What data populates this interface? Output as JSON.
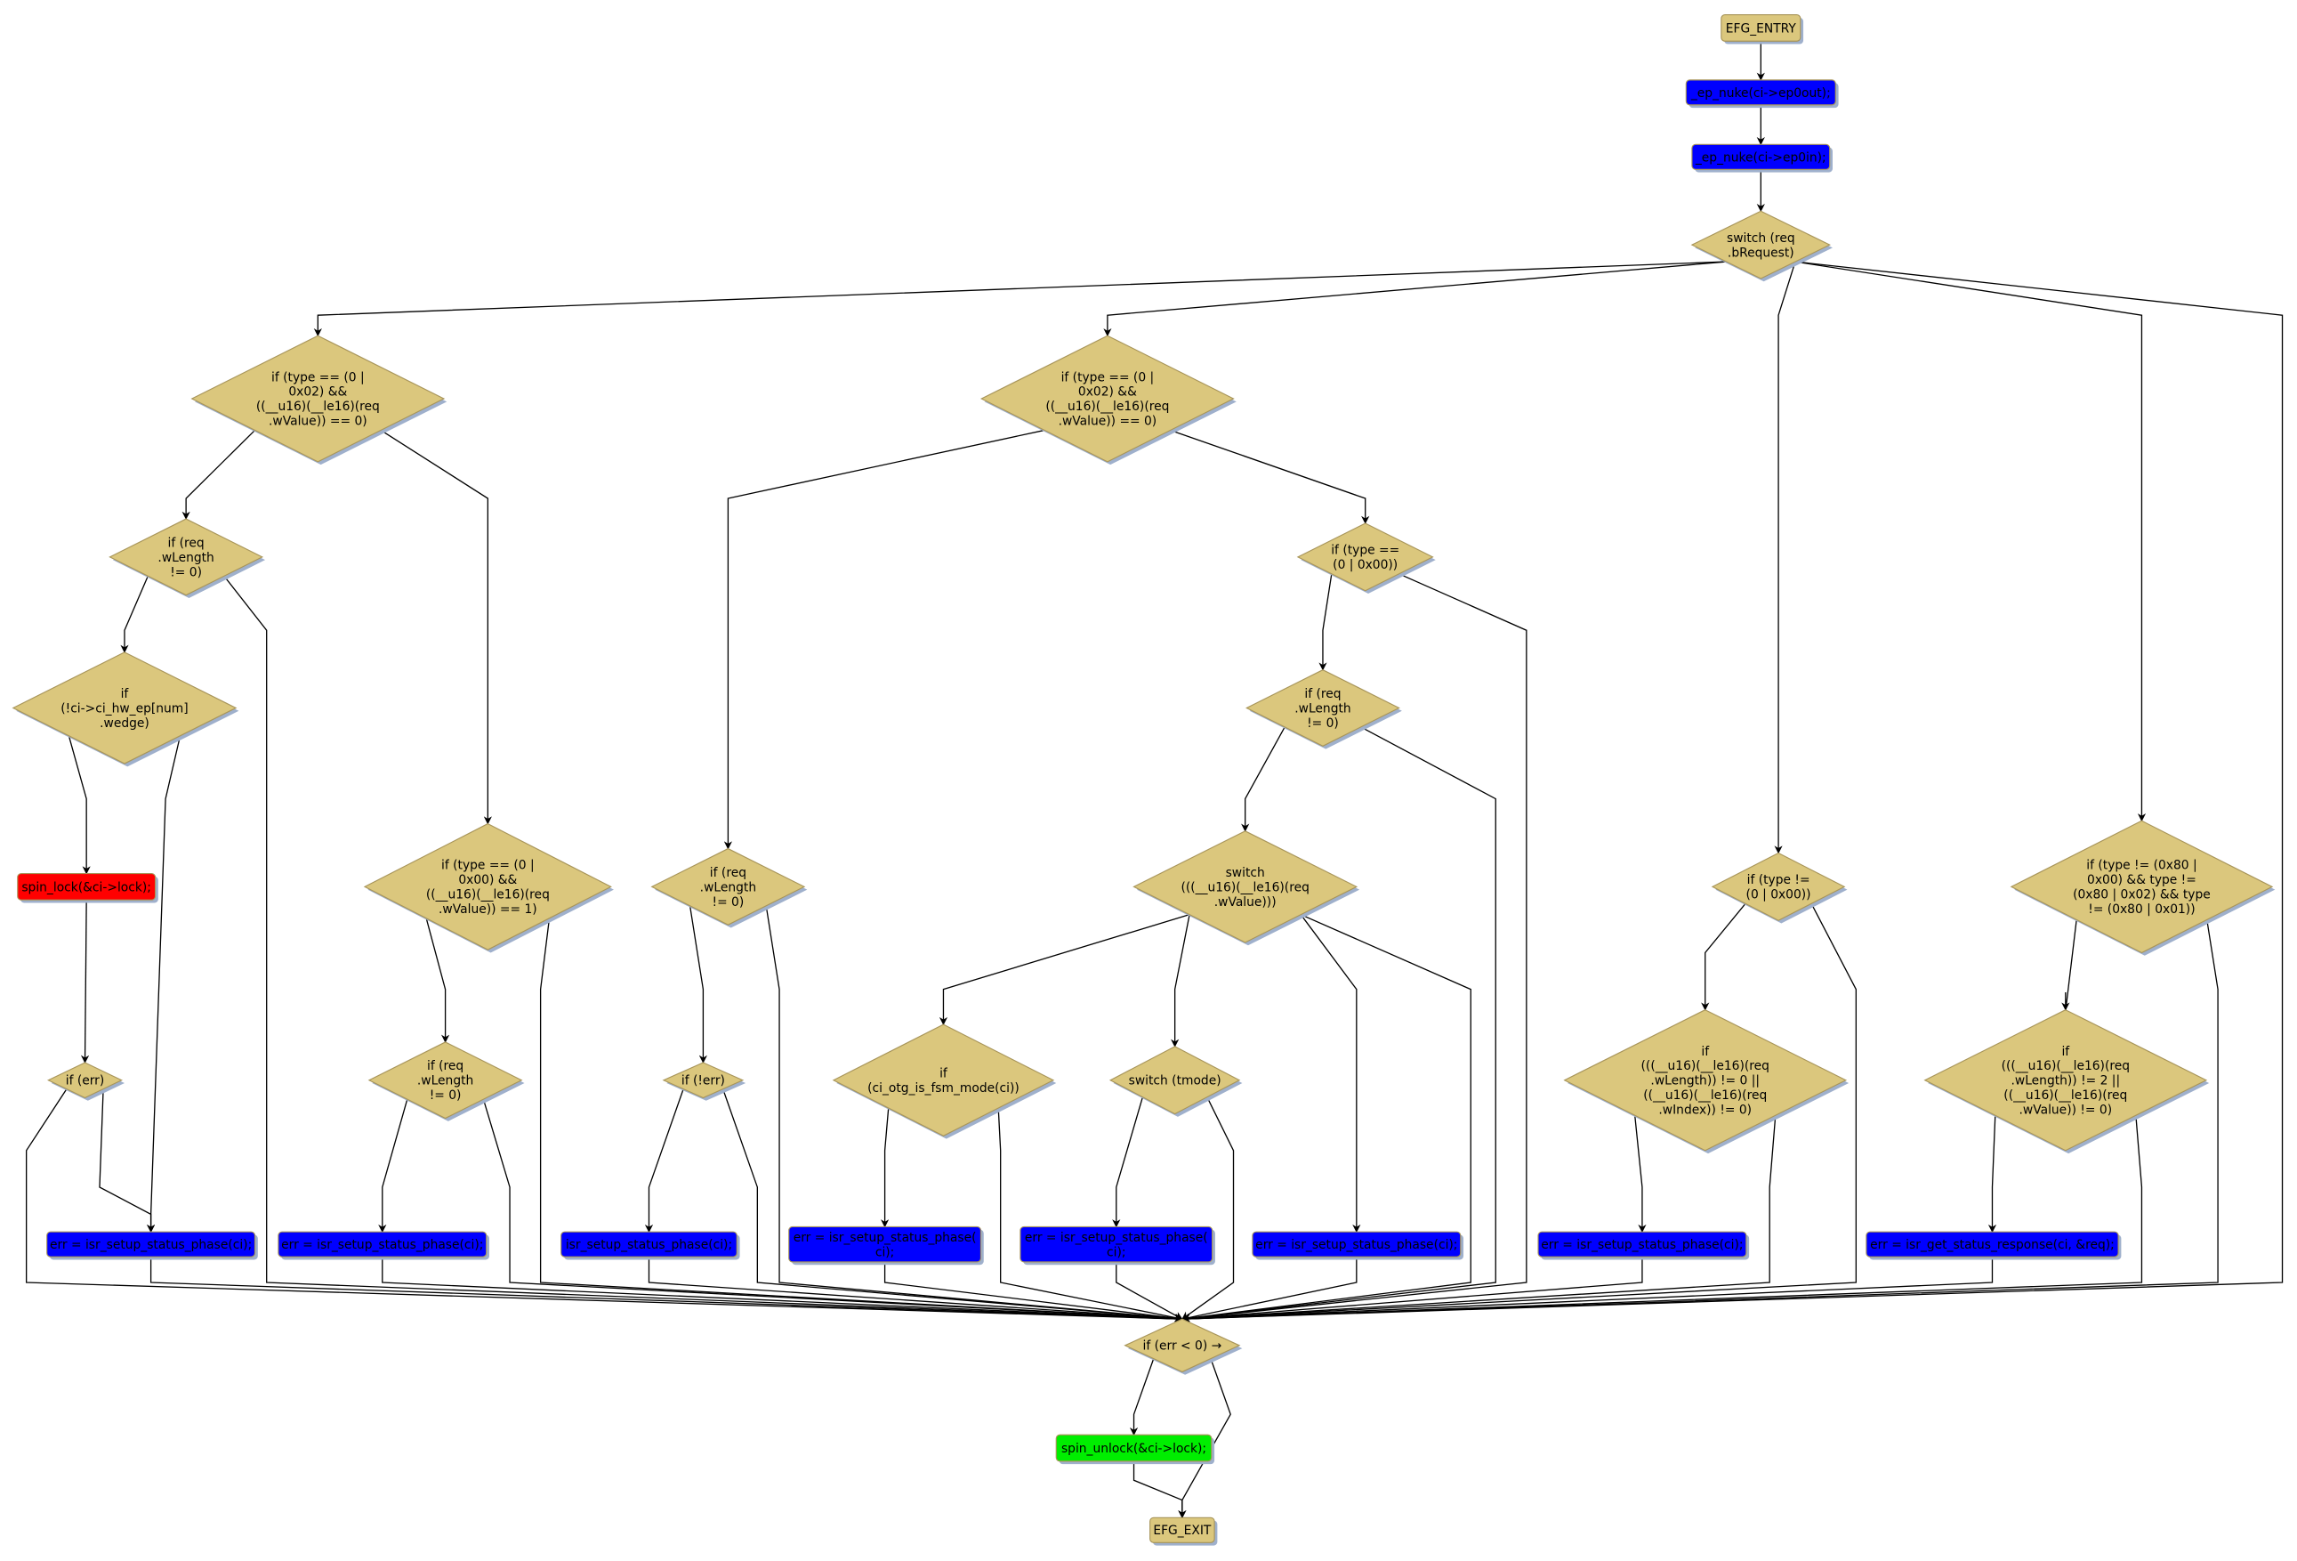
{
  "colors": {
    "decision": "#dbc77d",
    "stroke": "#a8955a",
    "shadow": "#9fb0cc",
    "action": "#0000ff",
    "lock": "#ff0000",
    "unlock": "#00ee00"
  },
  "nodes": {
    "entry": [
      "EFG_ENTRY"
    ],
    "nuke_out": [
      "_ep_nuke(ci->ep0out);"
    ],
    "nuke_in": [
      "_ep_nuke(ci->ep0in);"
    ],
    "sw_req": [
      "switch (req",
      ".bRequest)"
    ],
    "d1": [
      "if (type == (0 |",
      "0x02) &&",
      "((__u16)(__le16)(req",
      ".wValue)) == 0)"
    ],
    "d2": [
      "if (type == (0 |",
      "0x02) &&",
      "((__u16)(__le16)(req",
      ".wValue)) == 0)"
    ],
    "d3": [
      "if (req",
      ".wLength",
      "!= 0)"
    ],
    "d4": [
      "if (type ==",
      "(0 | 0x00))"
    ],
    "d5": [
      "if",
      "(!ci->ci_hw_ep[num]",
      ".wedge)"
    ],
    "d6": [
      "if (req",
      ".wLength",
      "!= 0)"
    ],
    "lock": [
      "spin_lock(&ci->lock);"
    ],
    "d7": [
      "if (type == (0 |",
      "0x00) &&",
      "((__u16)(__le16)(req",
      ".wValue)) == 1)"
    ],
    "d8": [
      "if (req",
      ".wLength",
      "!= 0)"
    ],
    "d9": [
      "switch",
      "(((__u16)(__le16)(req",
      ".wValue)))"
    ],
    "d10": [
      "if (type !=",
      "(0 | 0x00))"
    ],
    "d11": [
      "if (type != (0x80 |",
      "0x00) && type !=",
      "(0x80 | 0x02) && type",
      "!= (0x80 | 0x01))"
    ],
    "d12": [
      "if (err)"
    ],
    "d13": [
      "if (req",
      ".wLength",
      "!= 0)"
    ],
    "d14": [
      "if (!err)"
    ],
    "d15": [
      "if",
      "(ci_otg_is_fsm_mode(ci))"
    ],
    "d16": [
      "switch (tmode)"
    ],
    "d17": [
      "if",
      "(((__u16)(__le16)(req",
      ".wLength)) != 0 ||",
      "((__u16)(__le16)(req",
      ".wIndex)) != 0)"
    ],
    "d18": [
      "if",
      "(((__u16)(__le16)(req",
      ".wLength)) != 2 ||",
      "((__u16)(__le16)(req",
      ".wValue)) != 0)"
    ],
    "b1": [
      "err = isr_setup_status_phase(ci);"
    ],
    "b2": [
      "err = isr_setup_status_phase(ci);"
    ],
    "b3": [
      "isr_setup_status_phase(ci);"
    ],
    "b4": [
      "err = isr_setup_status_phase(",
      "ci);"
    ],
    "b5": [
      "err = isr_setup_status_phase(",
      "ci);"
    ],
    "b6": [
      "err = isr_setup_status_phase(ci);"
    ],
    "b7": [
      "err = isr_setup_status_phase(ci);"
    ],
    "b8": [
      "err = isr_get_status_response(ci, &req);"
    ],
    "d19": [
      "if (err < 0) →"
    ],
    "unlock": [
      "spin_unlock(&ci->lock);"
    ],
    "exit": [
      "EFG_EXIT"
    ]
  }
}
